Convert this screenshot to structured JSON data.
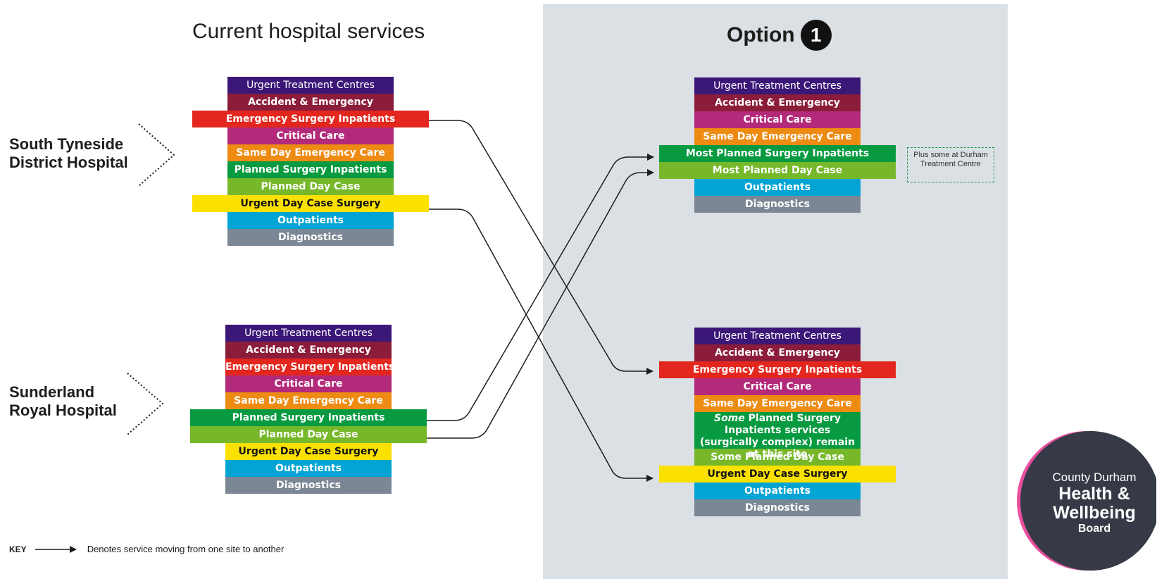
{
  "headings": {
    "current": "Current hospital services",
    "option_word": "Option",
    "option_number": "1"
  },
  "sites": {
    "south_tyneside": [
      "South Tyneside",
      "District Hospital"
    ],
    "sunderland": [
      "Sunderland",
      "Royal Hospital"
    ]
  },
  "current_south_tyneside": [
    {
      "label": "Urgent Treatment Centres",
      "color": "#3b1778"
    },
    {
      "label": "Accident & Emergency",
      "color": "#8b1d3a"
    },
    {
      "label": "Emergency Surgery Inpatients",
      "color": "#e3271e"
    },
    {
      "label": "Critical Care",
      "color": "#b32a7a"
    },
    {
      "label": "Same Day Emergency Care",
      "color": "#ee8b13"
    },
    {
      "label": "Planned Surgery Inpatients",
      "color": "#089a40"
    },
    {
      "label": "Planned Day Case",
      "color": "#76b82a"
    },
    {
      "label": "Urgent Day Case Surgery",
      "color": "#fbe100"
    },
    {
      "label": "Outpatients",
      "color": "#02a4d3"
    },
    {
      "label": "Diagnostics",
      "color": "#7b8794"
    }
  ],
  "current_sunderland": [
    {
      "label": "Urgent Treatment Centres",
      "color": "#3b1778"
    },
    {
      "label": "Accident & Emergency",
      "color": "#8b1d3a"
    },
    {
      "label": "Emergency Surgery Inpatients",
      "color": "#e3271e"
    },
    {
      "label": "Critical Care",
      "color": "#b32a7a"
    },
    {
      "label": "Same Day Emergency Care",
      "color": "#ee8b13"
    },
    {
      "label": "Planned Surgery Inpatients",
      "color": "#089a40"
    },
    {
      "label": "Planned Day Case",
      "color": "#76b82a"
    },
    {
      "label": "Urgent Day Case Surgery",
      "color": "#fbe100"
    },
    {
      "label": "Outpatients",
      "color": "#02a4d3"
    },
    {
      "label": "Diagnostics",
      "color": "#7b8794"
    }
  ],
  "option_south_tyneside": [
    {
      "label": "Urgent Treatment Centres",
      "color": "#3b1778"
    },
    {
      "label": "Accident & Emergency",
      "color": "#8b1d3a"
    },
    {
      "label": "Critical Care",
      "color": "#b32a7a"
    },
    {
      "label": "Same Day Emergency Care",
      "color": "#ee8b13"
    },
    {
      "label": "Most Planned Surgery Inpatients",
      "color": "#089a40"
    },
    {
      "label": "Most Planned Day Case",
      "color": "#76b82a"
    },
    {
      "label": "Outpatients",
      "color": "#02a4d3"
    },
    {
      "label": "Diagnostics",
      "color": "#7b8794"
    }
  ],
  "option_sunderland": [
    {
      "label": "Urgent Treatment Centres",
      "color": "#3b1778"
    },
    {
      "label": "Accident & Emergency",
      "color": "#8b1d3a"
    },
    {
      "label": "Emergency Surgery Inpatients",
      "color": "#e3271e"
    },
    {
      "label": "Critical Care",
      "color": "#b32a7a"
    },
    {
      "label": "Same Day Emergency Care",
      "color": "#ee8b13"
    },
    {
      "label": "Some Planned Surgery Inpatients services (surgically complex) remain at this site",
      "emphasis": "Some",
      "rest": " Planned Surgery Inpatients services (surgically complex) remain at this site",
      "color": "#089a40"
    },
    {
      "label": "Some Planned Day Case",
      "color": "#76b82a"
    },
    {
      "label": "Urgent Day Case Surgery",
      "color": "#fbe100"
    },
    {
      "label": "Outpatients",
      "color": "#02a4d3"
    },
    {
      "label": "Diagnostics",
      "color": "#7b8794"
    }
  ],
  "note": "Plus some at Durham Treatment Centre",
  "key": {
    "label": "KEY",
    "text": "Denotes service moving from one site to another"
  },
  "logo": {
    "line1": "County Durham",
    "line2a": "Health &",
    "line2b": "Wellbeing",
    "line3": "Board",
    "pink": "#e94f9f",
    "dark": "#353a46"
  }
}
